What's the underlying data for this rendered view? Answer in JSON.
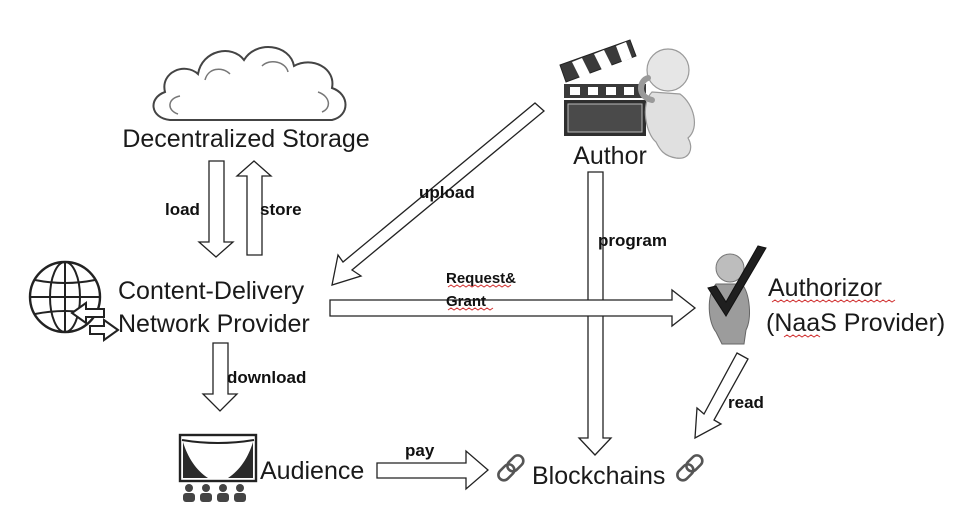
{
  "nodes": {
    "storage": "Decentralized Storage",
    "author": "Author",
    "cdn_line1": "Content-Delivery",
    "cdn_line2": "Network Provider",
    "authorizor_line1": "Authorizor",
    "authorizor_line2": "(NaaS Provider)",
    "audience": "Audience",
    "blockchains": "Blockchains"
  },
  "edges": {
    "load": "load",
    "store": "store",
    "upload": "upload",
    "program": "program",
    "request_line1": "Request&",
    "request_line2": "Grant",
    "download": "download",
    "read": "read",
    "pay": "pay"
  },
  "icons": {
    "storage": "cloud-icon",
    "author": "clapperboard-figure-icon",
    "cdn": "globe-exchange-icon",
    "authorizor": "figure-checkmark-icon",
    "audience": "theater-audience-icon",
    "blockchains": "chain-link-icon"
  }
}
